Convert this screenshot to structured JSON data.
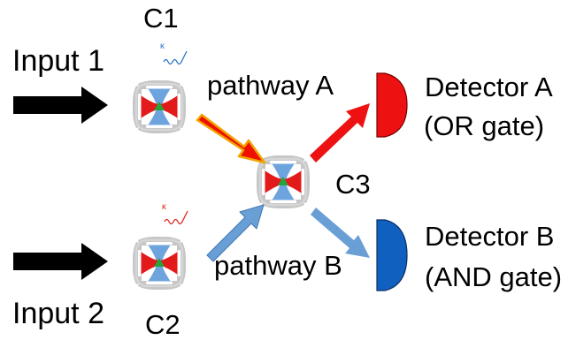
{
  "inputs": {
    "input1": "Input 1",
    "input2": "Input 2"
  },
  "cavities": {
    "c1": "C1",
    "c2": "C2",
    "c3": "C3"
  },
  "pathways": {
    "a": "pathway A",
    "b": "pathway B"
  },
  "detectors": {
    "a_name": "Detector A",
    "a_gate": "(OR gate)",
    "b_name": "Detector B",
    "b_gate": "(AND gate)"
  },
  "emission_labels": {
    "c1": "κ",
    "c2": "κ"
  },
  "colors": {
    "input_arrow": "#000000",
    "pathway_a": "#ee1100",
    "pathway_a_outline": "#f2a300",
    "pathway_b": "#6a9fd6",
    "pathway_b_outline": "#3f78b5",
    "detector_a": "#ee1111",
    "detector_b": "#1060c0",
    "mirror": "#c8c8c8",
    "cavity_red": "#e31a1a",
    "cavity_blue": "#6ea4de",
    "atom": "#27a33a",
    "emission_c1": "#2b74c8",
    "emission_c2": "#e2231a"
  }
}
